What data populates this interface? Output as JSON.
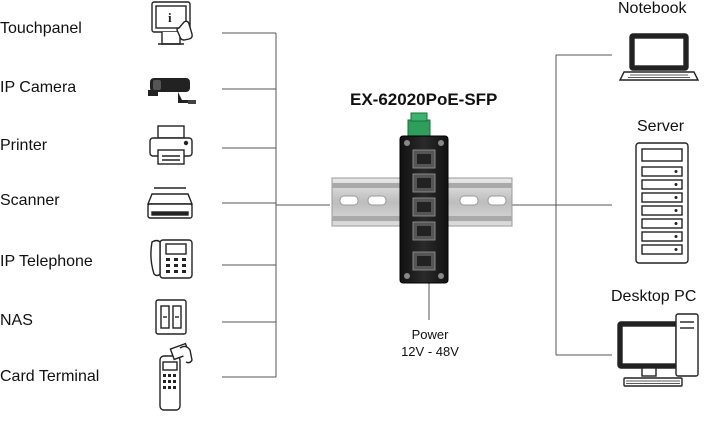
{
  "title": "EX-62020PoE-SFP",
  "left_devices": [
    {
      "label": "Touchpanel",
      "icon": "touchpanel-icon"
    },
    {
      "label": "IP Camera",
      "icon": "ip-camera-icon"
    },
    {
      "label": "Printer",
      "icon": "printer-icon"
    },
    {
      "label": "Scanner",
      "icon": "scanner-icon"
    },
    {
      "label": "IP Telephone",
      "icon": "ip-telephone-icon"
    },
    {
      "label": "NAS",
      "icon": "nas-icon"
    },
    {
      "label": "Card Terminal",
      "icon": "card-terminal-icon"
    }
  ],
  "right_devices": [
    {
      "label": "Notebook",
      "icon": "notebook-icon"
    },
    {
      "label": "Server",
      "icon": "server-icon"
    },
    {
      "label": "Desktop PC",
      "icon": "desktop-pc-icon"
    }
  ],
  "power": {
    "label": "Power",
    "voltage": "12V - 48V"
  },
  "colors": {
    "line": "#555555",
    "rail": "#c8c8c8",
    "switch_body": "#1c1c1c",
    "terminal": "#2e9e5b"
  }
}
